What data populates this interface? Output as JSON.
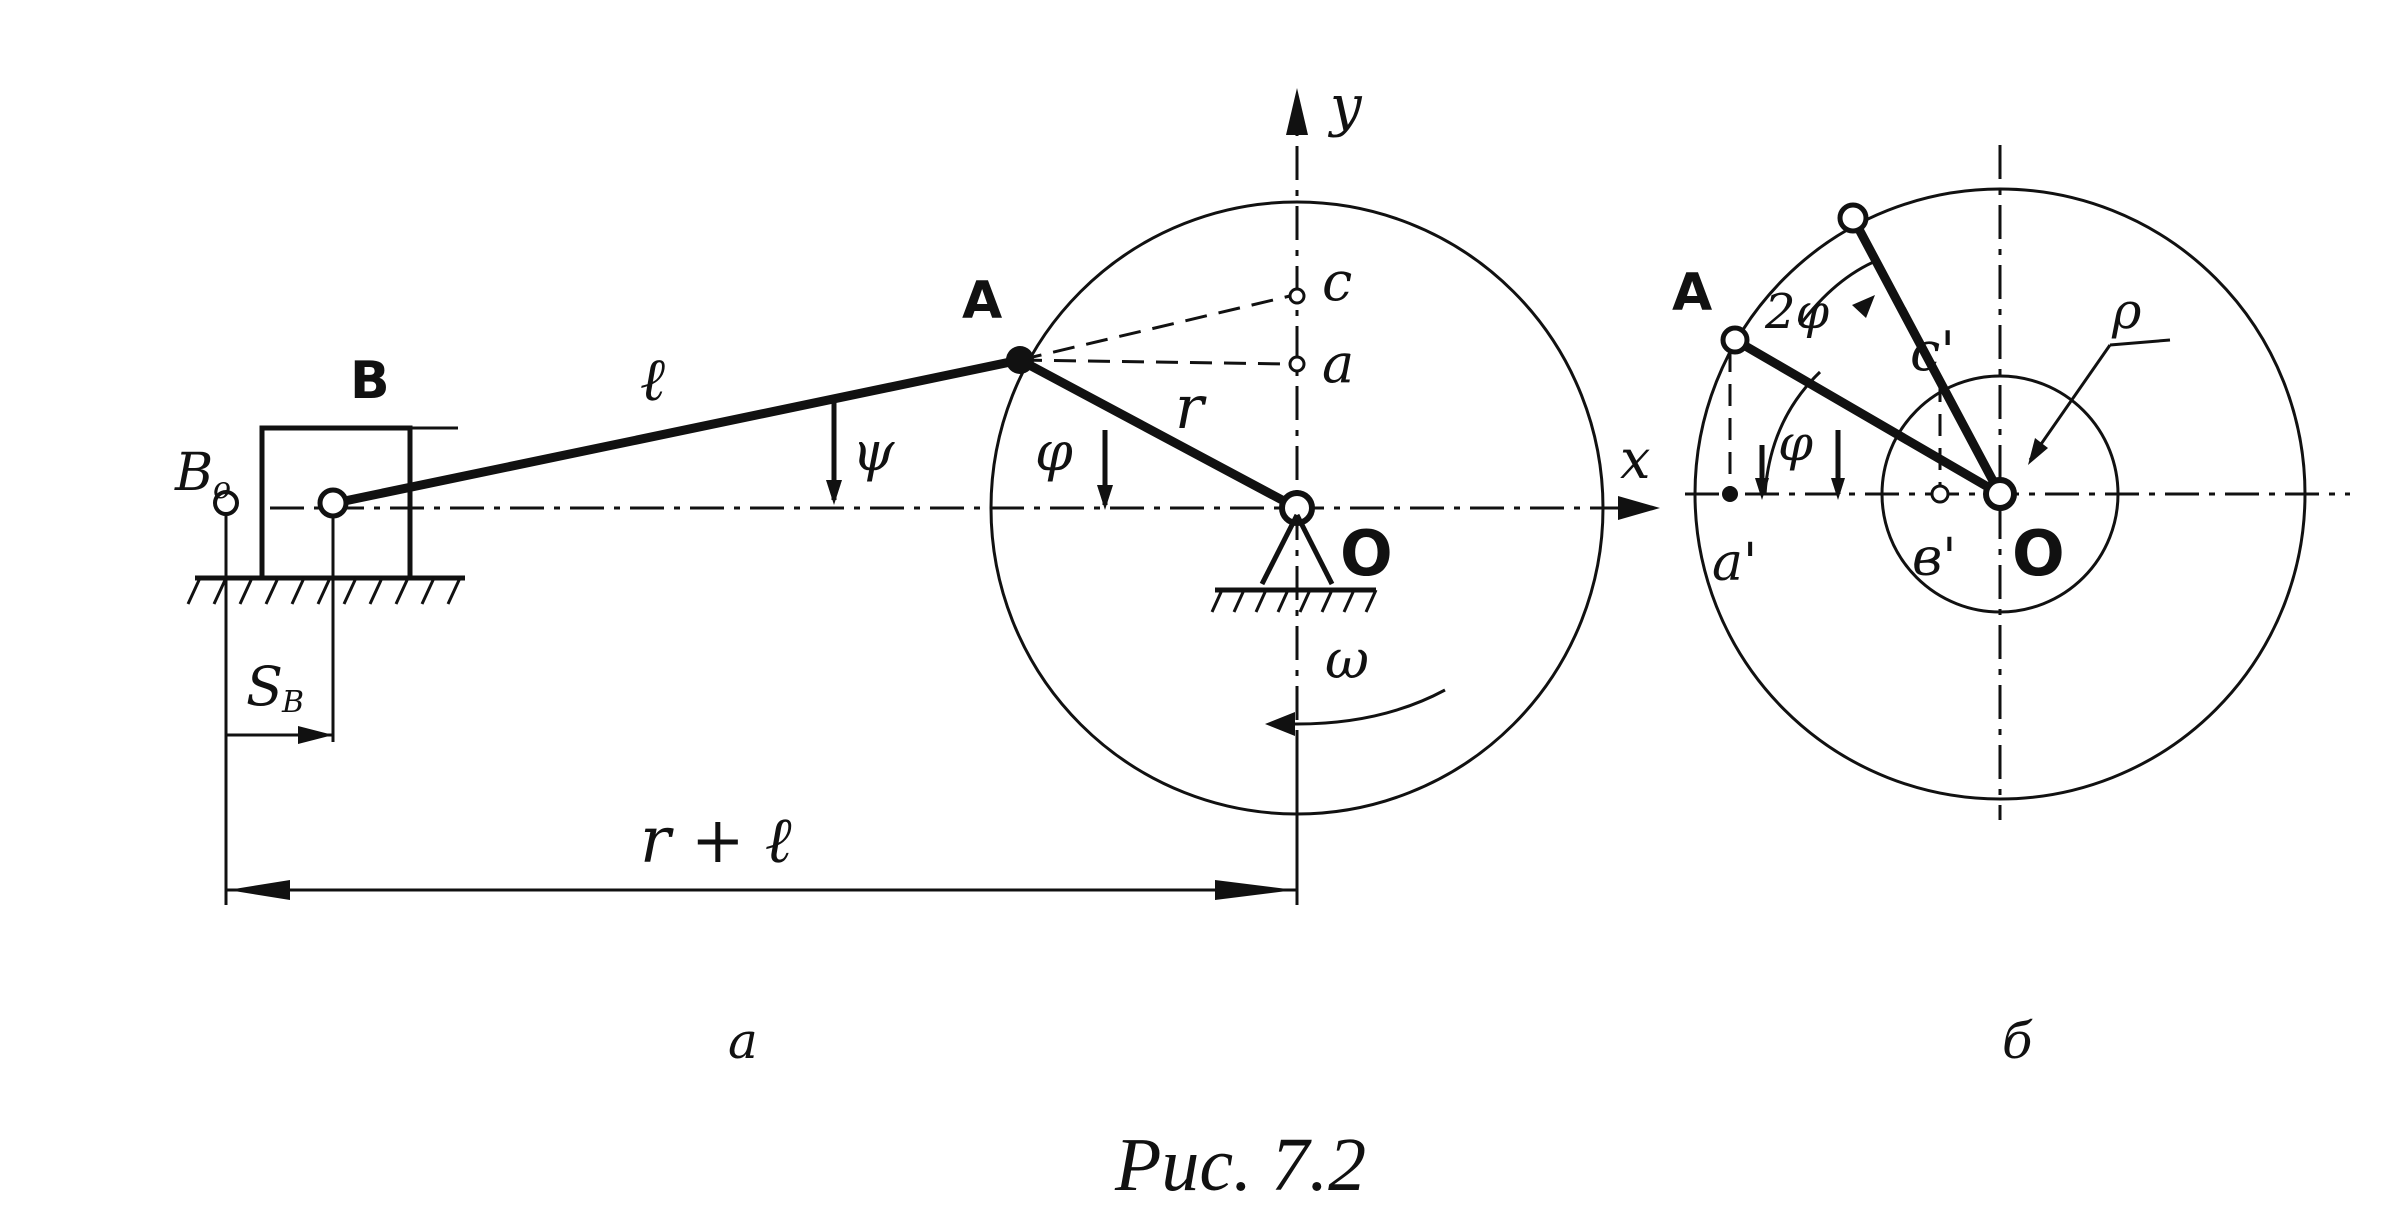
{
  "labels": {
    "A": "A",
    "B": "B",
    "B0": "B",
    "B0_sub": "o",
    "c": "c",
    "a": "a",
    "y": "y",
    "x": "x",
    "O": "O",
    "l": "ℓ",
    "r": "r",
    "psi": "ψ",
    "phi": "φ",
    "omega": "ω",
    "SB": "S",
    "SB_sub": "B",
    "r_plus_l": "r + ℓ"
  },
  "labels_b": {
    "A": "A",
    "two_phi": "2φ",
    "phi": "φ",
    "c_prime": "c'",
    "a_prime": "a'",
    "b_prime": "в'",
    "O": "O",
    "rho": "ρ"
  },
  "panel_labels": {
    "left": "a",
    "right": "б"
  },
  "caption": "Рис. 7.2"
}
